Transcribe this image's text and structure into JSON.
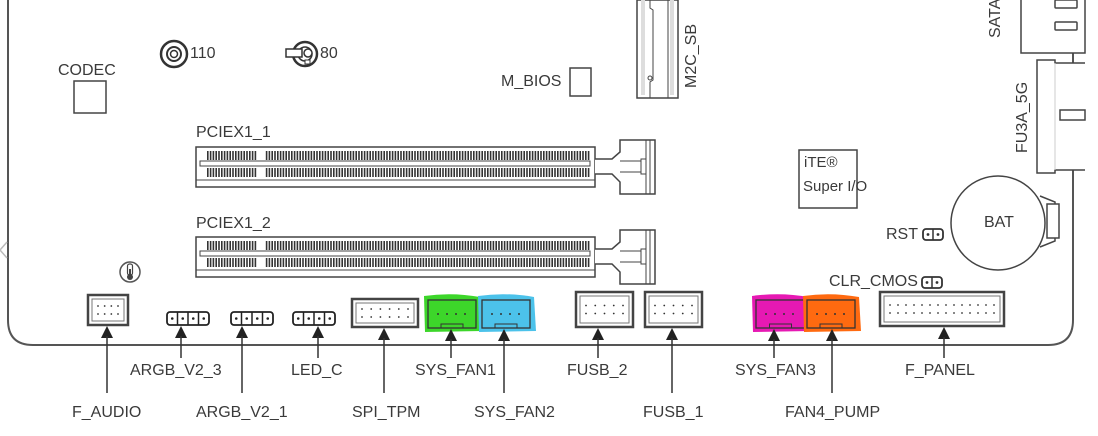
{
  "diagram": {
    "title": "Motherboard layout (bottom section)",
    "top_components": {
      "codec": "CODEC",
      "standoff_1": "110",
      "standoff_2": "80",
      "m_bios": "M_BIOS",
      "m2_slot": "M2C_SB",
      "sata": "SATA",
      "fu3a": "FU3A_5G",
      "superio_line1": "iTE®",
      "superio_line2": "Super I/O",
      "battery": "BAT",
      "rst": "RST",
      "clr_cmos": "CLR_CMOS"
    },
    "slots": [
      {
        "label": "PCIEX1_1"
      },
      {
        "label": "PCIEX1_2"
      }
    ],
    "headers": [
      {
        "id": "f_audio",
        "label": "F_AUDIO",
        "row": 2,
        "color": "#ffffff"
      },
      {
        "id": "argb_v2_3",
        "label": "ARGB_V2_3",
        "row": 1,
        "color": "#ffffff"
      },
      {
        "id": "argb_v2_1",
        "label": "ARGB_V2_1",
        "row": 2,
        "color": "#ffffff"
      },
      {
        "id": "led_c",
        "label": "LED_C",
        "row": 1,
        "color": "#ffffff"
      },
      {
        "id": "spi_tpm",
        "label": "SPI_TPM",
        "row": 2,
        "color": "#ffffff"
      },
      {
        "id": "sys_fan1",
        "label": "SYS_FAN1",
        "row": 1,
        "color": "#3dd62a"
      },
      {
        "id": "sys_fan2",
        "label": "SYS_FAN2",
        "row": 2,
        "color": "#4cc2ea"
      },
      {
        "id": "fusb_2",
        "label": "FUSB_2",
        "row": 1,
        "color": "#ffffff"
      },
      {
        "id": "fusb_1",
        "label": "FUSB_1",
        "row": 2,
        "color": "#ffffff"
      },
      {
        "id": "sys_fan3",
        "label": "SYS_FAN3",
        "row": 1,
        "color": "#e619b3"
      },
      {
        "id": "fan4_pump",
        "label": "FAN4_PUMP",
        "row": 2,
        "color": "#ff6a10"
      },
      {
        "id": "f_panel",
        "label": "F_PANEL",
        "row": 1,
        "color": "#ffffff"
      }
    ],
    "icons": {
      "thermal_sensor": "thermometer-icon"
    }
  }
}
